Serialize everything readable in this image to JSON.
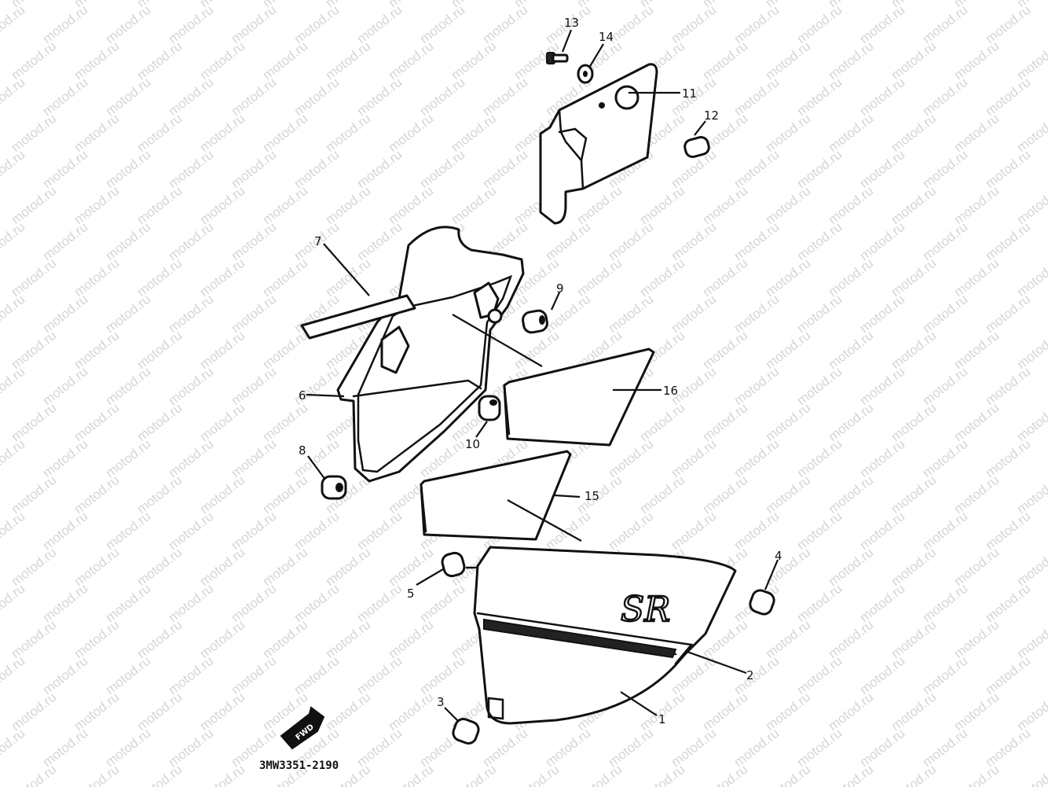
{
  "diagram": {
    "code": "3MW3351-2190",
    "watermark": "motod.ru",
    "fwd_text": "FWD",
    "callouts": [
      "1",
      "2",
      "3",
      "4",
      "5",
      "6",
      "7",
      "8",
      "9",
      "10",
      "11",
      "12",
      "13",
      "14",
      "15",
      "16"
    ],
    "logo_text": "SR"
  }
}
